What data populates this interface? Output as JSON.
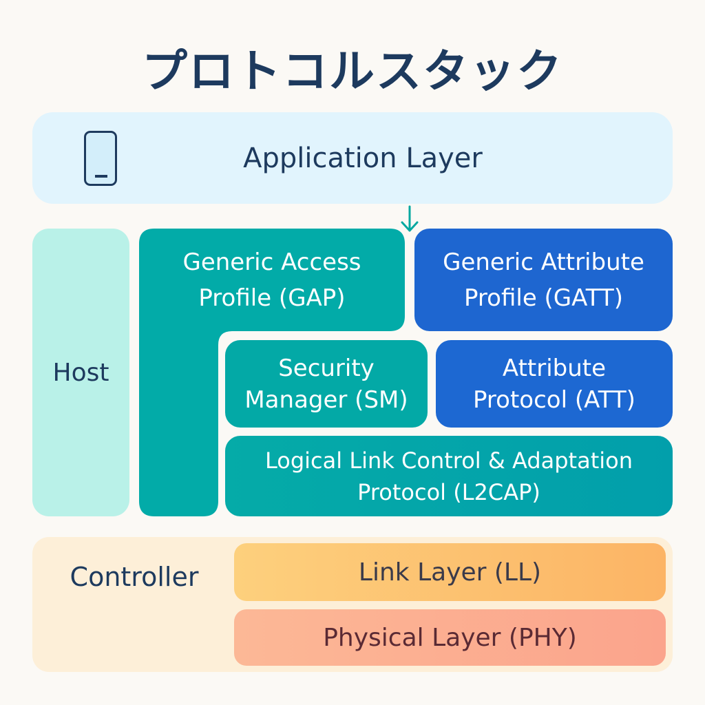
{
  "title": "プロトコルスタック",
  "application": {
    "label": "Application Layer",
    "icon": "smartphone-icon"
  },
  "host": {
    "label": "Host",
    "gap": {
      "line1": "Generic Access",
      "line2": "Profile (GAP)"
    },
    "gatt": {
      "line1": "Generic Attribute",
      "line2": "Profile (GATT)"
    },
    "sm": {
      "line1": "Security",
      "line2": "Manager (SM)"
    },
    "att": {
      "line1": "Attribute",
      "line2": "Protocol (ATT)"
    },
    "l2cap": {
      "line1": "Logical Link Control & Adaptation",
      "line2": "Protocol (L2CAP)"
    }
  },
  "controller": {
    "label": "Controller",
    "ll": "Link Layer (LL)",
    "phy": "Physical Layer (PHY)"
  },
  "colors": {
    "teal": "#03a9a6",
    "blue": "#1e66d0",
    "navy": "#1d3a5e"
  }
}
